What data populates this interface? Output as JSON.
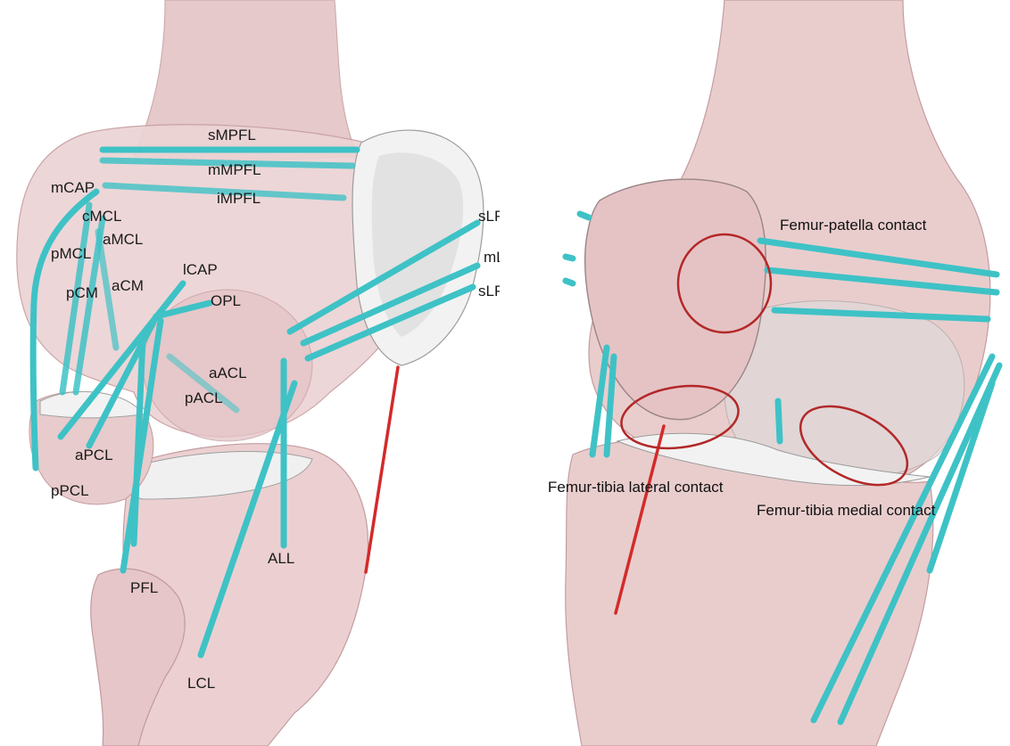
{
  "colors": {
    "bone": "#e9cdcd",
    "bone_shade": "#d4aeb0",
    "bone_edge": "#b88f92",
    "cartilage": "#eeeeee",
    "ligament": "#3ec2c6",
    "ligament_dark": "#1f9aa0",
    "tendon_line": "#d42a2a",
    "contact_ring": "#b32828"
  },
  "left_view": {
    "labels": {
      "sMPFL": "sMPFL",
      "mMPFL": "mMPFL",
      "iMPFL": "iMPFL",
      "mCAP": "mCAP",
      "cMCL": "cMCL",
      "pMCL": "pMCL",
      "aMCL": "aMCL",
      "lCAP": "lCAP",
      "pCM": "pCM",
      "aCM": "aCM",
      "OPL": "OPL",
      "sLPFL_top": "sLPFL",
      "mLPFL": "mLPFL",
      "sLPFL_bottom": "sLPFL",
      "aACL": "aACL",
      "pACL": "pACL",
      "aPCL": "aPCL",
      "pPCL": "pPCL",
      "ALL": "ALL",
      "PFL": "PFL",
      "LCL": "LCL"
    }
  },
  "right_view": {
    "labels": {
      "femur_patella": "Femur-patella contact",
      "femur_tibia_lateral": "Femur-tibia lateral contact",
      "femur_tibia_medial": "Femur-tibia medial contact"
    }
  }
}
